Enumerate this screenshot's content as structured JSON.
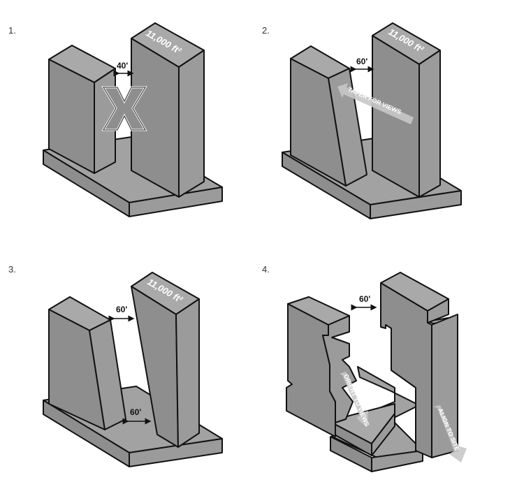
{
  "steps": [
    {
      "number": "1.",
      "gap": "40'",
      "area": "11,000 ft²"
    },
    {
      "number": "2.",
      "gap": "60'",
      "area": "11,000 ft²",
      "annotation": "TAPER FOR VIEWS"
    },
    {
      "number": "3.",
      "gap": "60'",
      "gap_bottom": "60'",
      "area": "11,000 ft²"
    },
    {
      "number": "4.",
      "gap": "60'",
      "annotation_1": "ORIENT TO VIEWS",
      "annotation_2": "ALIGN TO SITE"
    }
  ]
}
